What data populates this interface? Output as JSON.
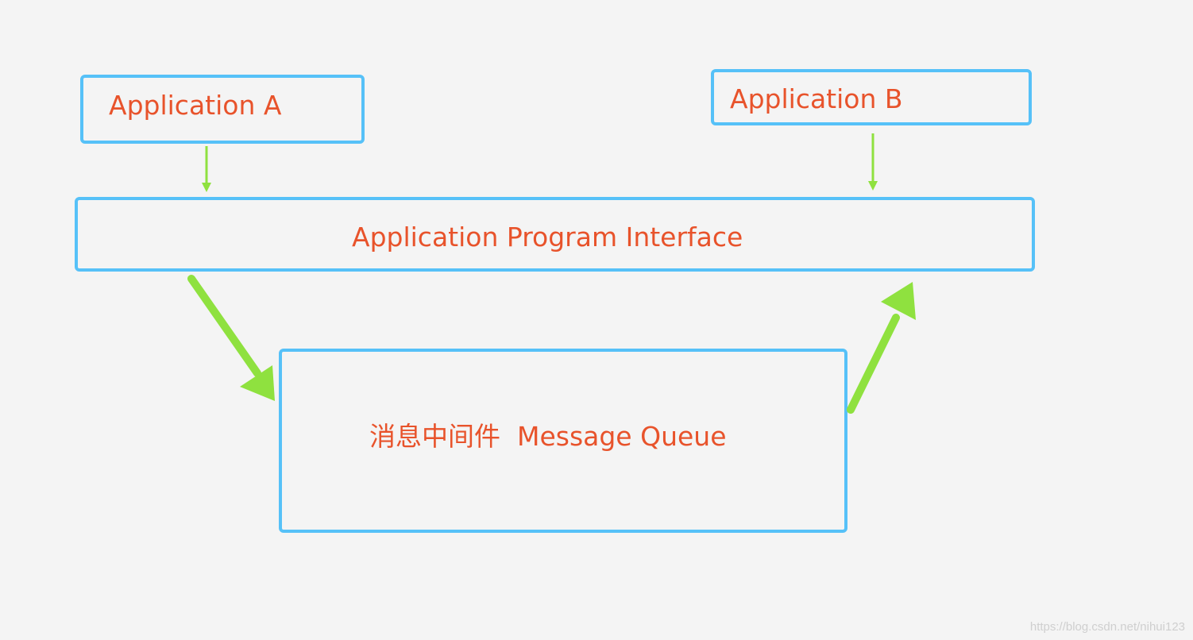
{
  "diagram": {
    "nodes": {
      "app_a": "Application A",
      "app_b": "Application B",
      "api": "Application Program Interface",
      "mq": "消息中间件  Message Queue"
    },
    "edges": [
      {
        "from": "app_a",
        "to": "api"
      },
      {
        "from": "app_b",
        "to": "api"
      },
      {
        "from": "api",
        "to": "mq"
      },
      {
        "from": "mq",
        "to": "api"
      }
    ],
    "colors": {
      "box_border": "#56c1f8",
      "label_text": "#e8532b",
      "arrow": "#8fe13f",
      "background": "#f4f4f4"
    }
  },
  "watermark": "https://blog.csdn.net/nihui123"
}
